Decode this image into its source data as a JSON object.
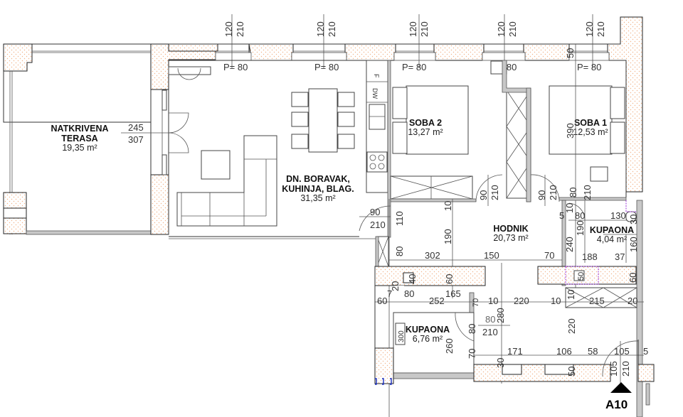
{
  "rooms": {
    "terrace": {
      "name_line1": "NATKRIVENA",
      "name_line2": "TERASA",
      "area": "19,35 m²"
    },
    "living": {
      "name_line1": "DN. BORAVAK,",
      "name_line2": "KUHINJA, BLAG.",
      "area": "31,35 m²"
    },
    "bedroom2": {
      "name": "SOBA 2",
      "area": "13,27 m²"
    },
    "bedroom1": {
      "name": "SOBA 1",
      "area": "12,53 m²"
    },
    "hallway": {
      "name": "HODNIK",
      "area": "20,73 m²"
    },
    "bathroom1": {
      "name": "KUPAONA",
      "area": "4,04 m²"
    },
    "bathroom2": {
      "name": "KUPAONA",
      "area": "6,76 m²"
    }
  },
  "windows": [
    {
      "w": "120",
      "h": "210",
      "sill": "P= 80"
    },
    {
      "w": "120",
      "h": "210",
      "sill": "P= 80"
    },
    {
      "w": "120",
      "h": "210",
      "sill": "P= 80"
    },
    {
      "w": "120",
      "h": "210",
      "sill": "P= 80"
    },
    {
      "w": "120",
      "h": "210",
      "sill": "P= 80"
    }
  ],
  "appliances": {
    "fridge": "F",
    "dishwasher": "DW"
  },
  "terrace_door": {
    "w": "245",
    "h": "307"
  },
  "doors": {
    "living_door": {
      "w": "90",
      "h": "210"
    },
    "soba2_door": {
      "w": "90",
      "h": "210"
    },
    "soba1_door": {
      "w": "90",
      "h": "210"
    },
    "bath1_door": {
      "w": "80",
      "h": "210"
    },
    "bath2_door": {
      "w": "80",
      "h": "210"
    },
    "entry_door": {
      "w": "105",
      "h": "210"
    }
  },
  "dimensions": {
    "d50_top": "50",
    "d390": "390",
    "d110": "110",
    "d80a": "80",
    "d10a": "10",
    "d190a": "190",
    "d302": "302",
    "d150": "150",
    "d70a": "70",
    "d10b": "10",
    "d5": "5",
    "d80b": "80",
    "d130": "130",
    "d30a": "30",
    "d190b": "190",
    "d240": "240",
    "d160": "160",
    "d188": "188",
    "d37": "37",
    "d60a": "60",
    "d20a": "20",
    "d40": "40",
    "d7": "7",
    "d80c": "80",
    "d165": "165",
    "d60b": "60",
    "d252": "252",
    "d70b": "70",
    "d10c": "10",
    "d280": "280",
    "d220a": "220",
    "d10d": "10",
    "d215": "215",
    "d20b": "20",
    "d10e": "10",
    "d60c": "60",
    "d50sink": "50",
    "d300": "300",
    "d260": "260",
    "d80d": "80",
    "d70c": "70",
    "d30b": "30",
    "d171": "171",
    "d106": "106",
    "d58": "58",
    "d105": "105",
    "d5b": "5",
    "d220b": "220",
    "d50b": "50"
  },
  "section_marker": {
    "label": "A10"
  },
  "colors": {
    "hatch": "#f2b48a",
    "wall_gray": "#c8c8c8",
    "purple": "#9b30d9"
  }
}
